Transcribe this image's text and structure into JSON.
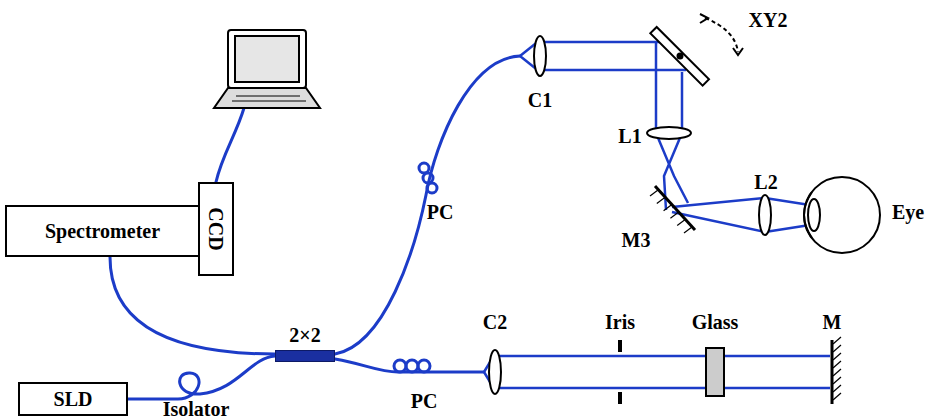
{
  "diagram": {
    "nodes": [
      {
        "text": [
          "Spectrometer"
        ]
      },
      {
        "text": [
          "CCD"
        ]
      },
      {
        "text": [
          "SLD"
        ]
      },
      {
        "text": [
          "2×2"
        ]
      }
    ],
    "edges": [
      {
        "from": 2,
        "to": 3,
        "arrow": "none"
      },
      {
        "from": 0,
        "to": 3,
        "arrow": "none"
      }
    ],
    "labels": [
      "Isolator",
      "PC",
      "PC",
      "C1",
      "XY2",
      "L1",
      "M3",
      "L2",
      "Eye",
      "C2",
      "Iris",
      "Glass",
      "M"
    ]
  }
}
